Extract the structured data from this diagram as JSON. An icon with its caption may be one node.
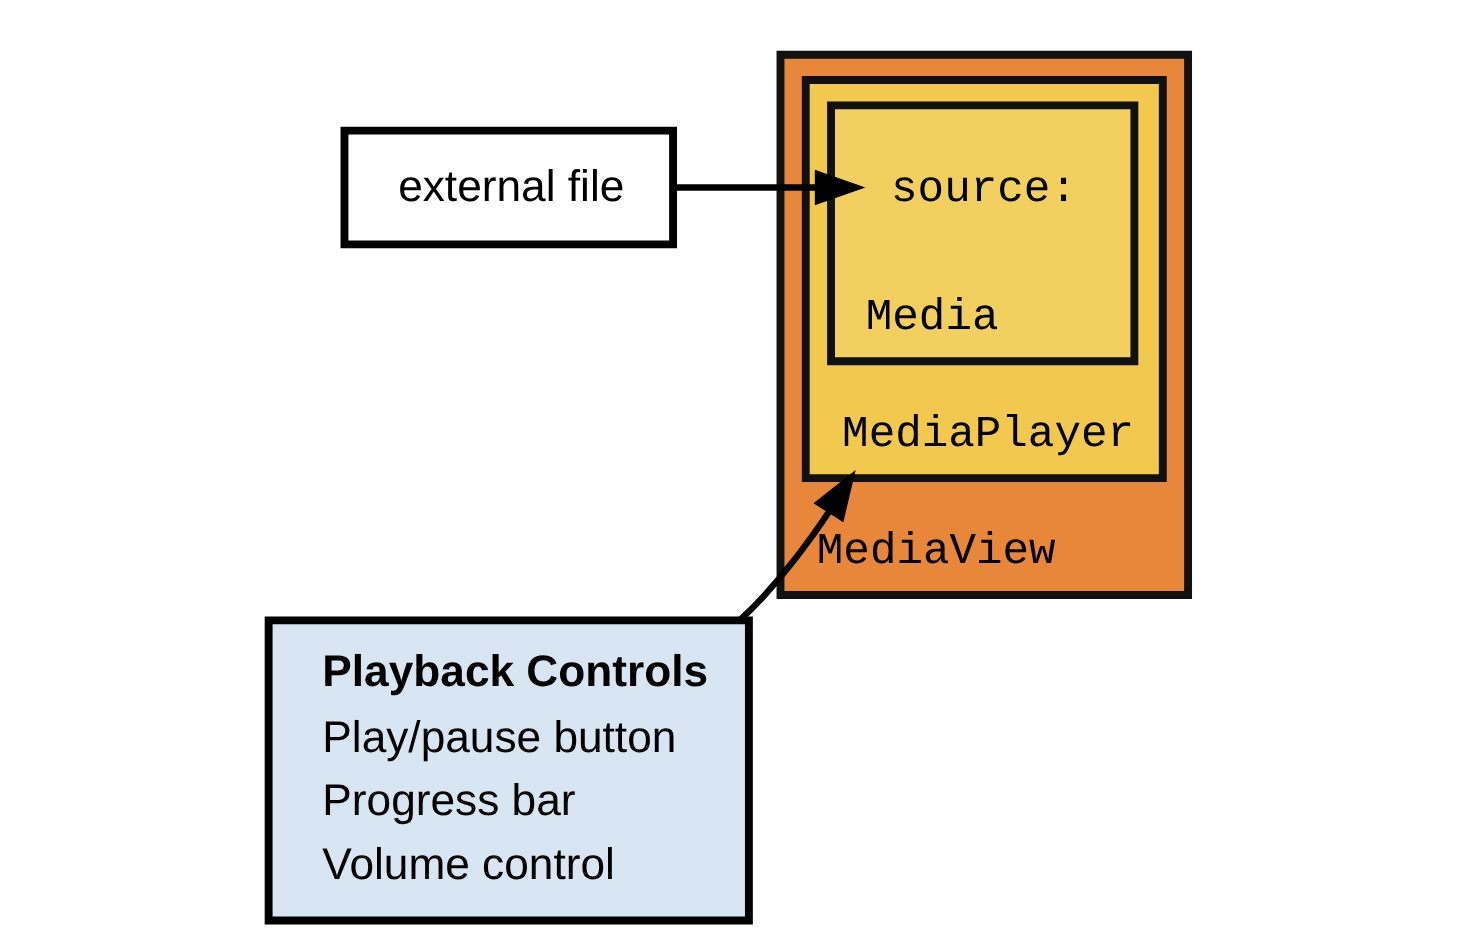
{
  "diagram": {
    "nodes": [
      {
        "text": [
          "MediaView"
        ]
      },
      {
        "text": [
          "MediaPlayer"
        ],
        "in": 0
      },
      {
        "text": [
          "Media"
        ],
        "in": 1
      },
      {
        "text": [
          "source:"
        ],
        "in": 2
      },
      {
        "text": [
          "external file"
        ]
      },
      {
        "text": [
          "Playback Controls",
          "Play/pause button",
          "Progress bar",
          "Volume control"
        ]
      }
    ],
    "edges": [
      {
        "from": 4,
        "to": 3,
        "arrow": "to"
      },
      {
        "from": 5,
        "to": 1,
        "arrow": "to"
      }
    ]
  }
}
